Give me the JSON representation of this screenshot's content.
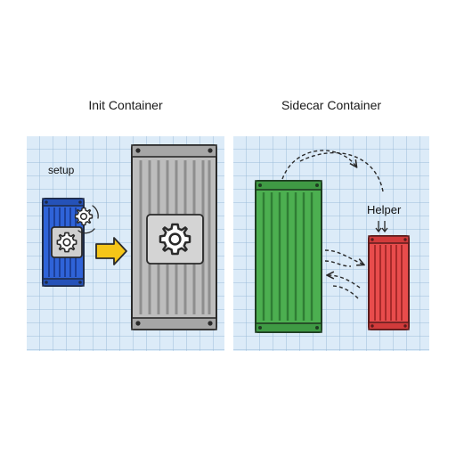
{
  "init": {
    "title": "Init Container",
    "setup_label": "setup",
    "colors": {
      "setup_container": "#2f63d8",
      "app_container": "#bdbdbd",
      "arrow": "#f5c518"
    }
  },
  "sidecar": {
    "title": "Sidecar Container",
    "helper_label": "Helper",
    "colors": {
      "app_container": "#4caf50",
      "helper_container": "#e84c4c"
    }
  },
  "icons": [
    "gear-icon",
    "arrow-right-icon",
    "dashed-arrow-icon"
  ],
  "colors": {
    "panel_background": "#dcebf8",
    "outline": "#2a2a2a"
  }
}
